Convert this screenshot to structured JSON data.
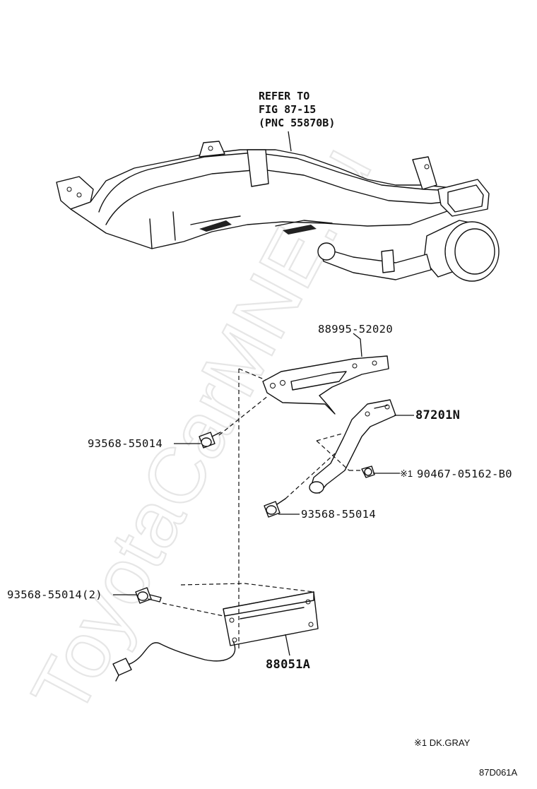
{
  "watermark": "ToyotaCarMNE.ru",
  "reference": {
    "line1": "REFER TO",
    "line2": "FIG 87-15",
    "line3": "(PNC 55870B)"
  },
  "parts": {
    "bracket_upper": "88995-52020",
    "bracket_lower": "87201N",
    "bolt_left": "93568-55014",
    "screw_note_marker": "※1",
    "screw": "90467-05162-B0",
    "bolt_mid": "93568-55014",
    "bolt_bottom": "93568-55014(2)",
    "module": "88051A"
  },
  "footnote": "※1 DK.GRAY",
  "figure_code": "87D061A"
}
